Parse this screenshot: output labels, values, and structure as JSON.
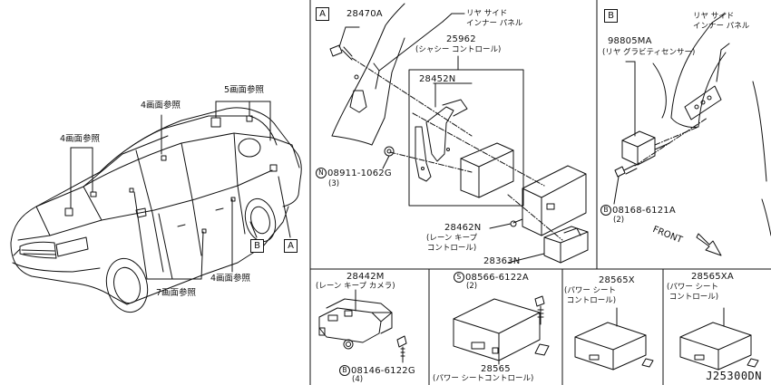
{
  "diagram_code": "J25300DN",
  "car_refs": {
    "ref5": "5画面参照",
    "ref4_top": "4画面参照",
    "ref4_left": "4画面参照",
    "ref4_right": "4画面参照",
    "ref7": "7画面参照",
    "marker_a": "A",
    "marker_b": "B"
  },
  "section_a": {
    "letter": "A",
    "part_28470a": "28470A",
    "rear_side_panel": "リヤ サイド\nインナー パネル",
    "part_25962": "25962",
    "chassis_control": "(シャシー コントロール)",
    "part_28452n": "28452N",
    "nut_symbol": "N",
    "nut_part": "08911-1062G",
    "nut_qty": "(3)",
    "part_28462n": "28462N",
    "lane_keep_control": "(レーン キープ\nコントロール)",
    "part_28363n": "28363N"
  },
  "section_b": {
    "letter": "B",
    "rear_side_panel": "リヤ サイド\nインナー パネル",
    "part_98805ma": "98805MA",
    "gravity_sensor": "(リヤ グラビティセンサー)",
    "bolt_symbol": "B",
    "bolt_part": "08168-6121A",
    "bolt_qty": "(2)",
    "front": "FRONT"
  },
  "bottom": {
    "part_28442m": "28442M",
    "lane_keep_camera": "(レーン キープ カメラ)",
    "bolt_symbol": "B",
    "bolt_part": "08146-6122G",
    "bolt_qty": "(4)",
    "screw_symbol": "S",
    "screw_part": "08566-6122A",
    "screw_qty": "(2)",
    "part_28565": "28565",
    "power_seat_control": "(パワー シートコントロール)",
    "part_28565x": "28565X",
    "power_seat_x": "(パワー シート\nコントロール)",
    "part_28565xa": "28565XA",
    "power_seat_xa": "(パワー シート\nコントロール)"
  }
}
